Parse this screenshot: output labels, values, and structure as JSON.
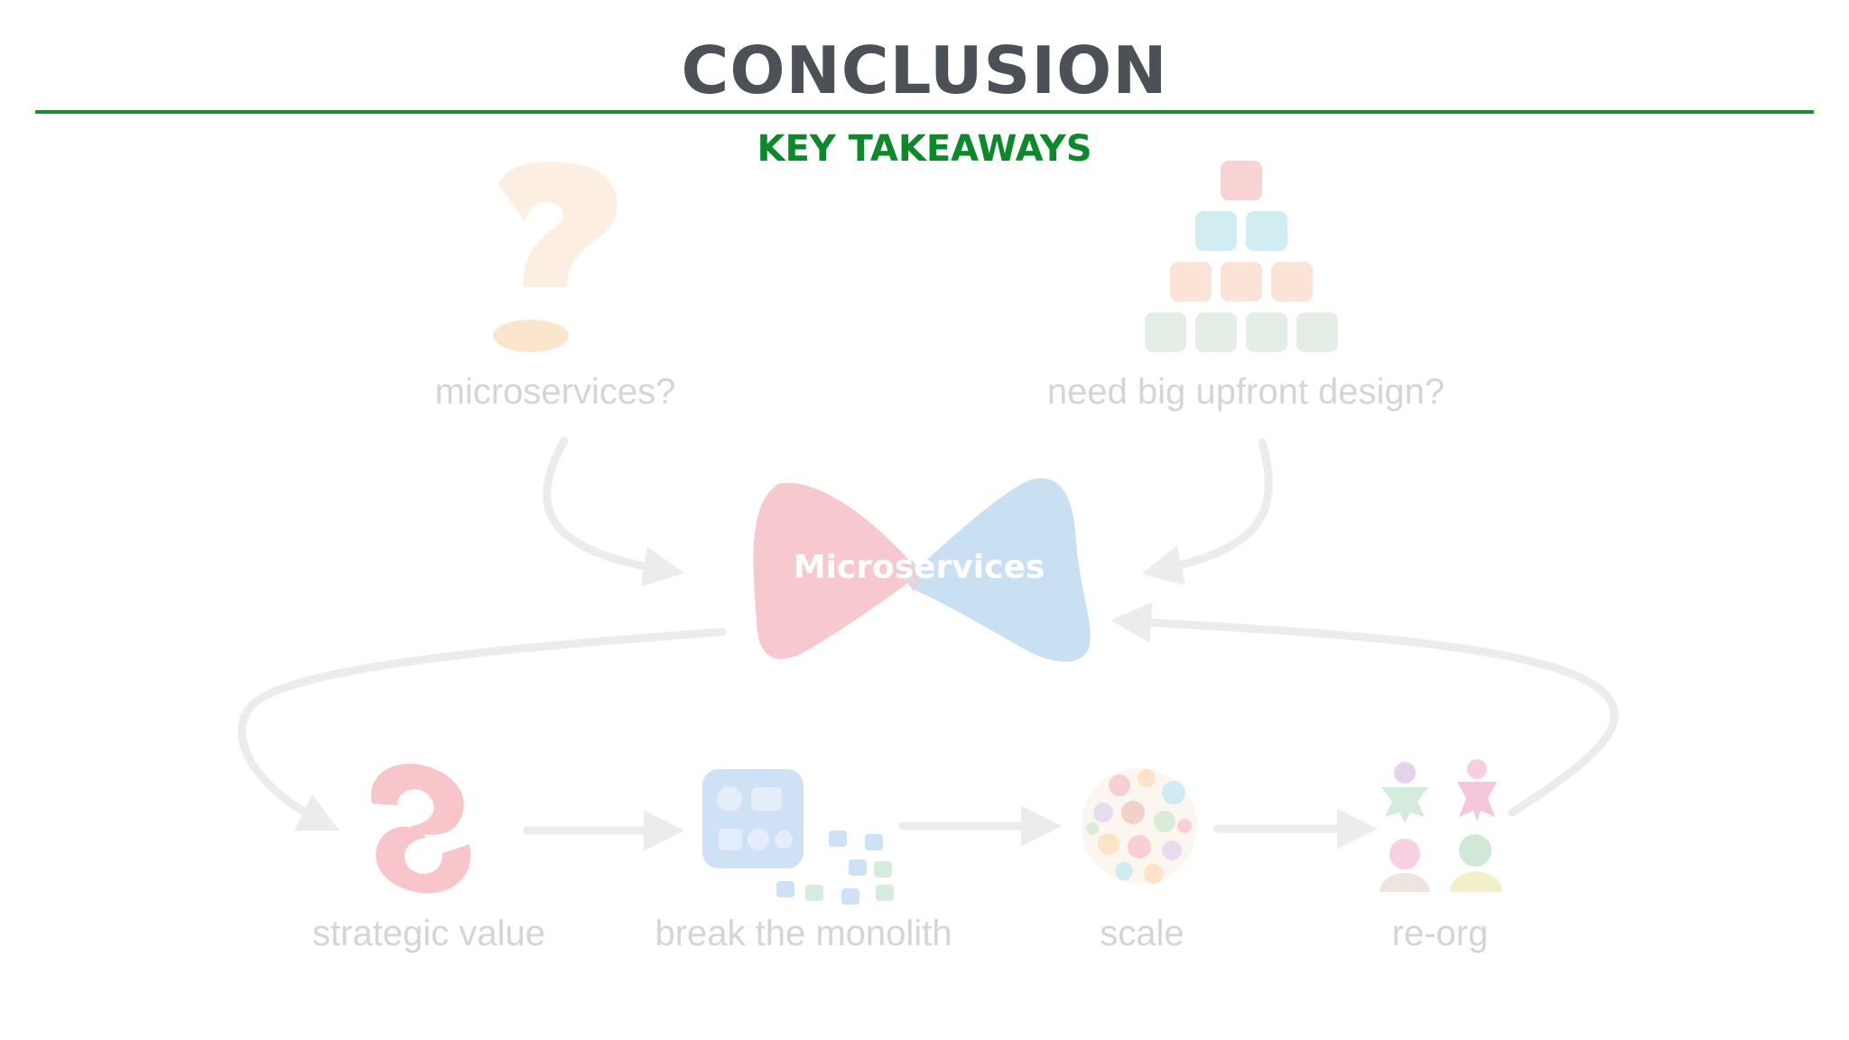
{
  "header": {
    "title": "CONCLUSION",
    "subtitle": "KEY TAKEAWAYS"
  },
  "diagram": {
    "center": {
      "label": "Microservices"
    },
    "nodes": {
      "microservices_question": {
        "label": "microservices?",
        "icon": "question-mark-icon"
      },
      "upfront_design": {
        "label": "need big upfront design?",
        "icon": "block-pyramid-icon"
      },
      "strategic_value": {
        "label": "strategic value",
        "icon": "swirl-arrows-icon"
      },
      "break_monolith": {
        "label": "break the monolith",
        "icon": "monolith-blocks-icon"
      },
      "scale": {
        "label": "scale",
        "icon": "shape-cluster-icon"
      },
      "reorg": {
        "label": "re-org",
        "icon": "people-icon"
      }
    },
    "colors": {
      "accent_green": "#0c8a2b",
      "title_gray": "#4c5157",
      "faded_text": "#d5d5d5",
      "bowtie_left": "#f7c9cf",
      "bowtie_right": "#c9e0f2",
      "arrow": "#ececec"
    }
  }
}
